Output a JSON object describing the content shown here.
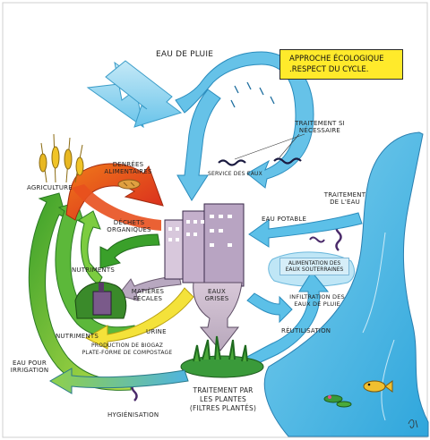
{
  "title": {
    "line1": "APPROCHE ÉCOLOGIQUE",
    "line2": ".RESPECT DU CYCLE."
  },
  "labels": {
    "eau_de_pluie": "EAU DE PLUIE",
    "traitement_si_1": "TRAITEMENT SI",
    "traitement_si_2": "NÉCESSAIRE",
    "service_des_eaux": "SERVICE DES EAUX",
    "traitement_eau_1": "TRAITEMENT",
    "traitement_eau_2": "DE L'EAU",
    "eau_potable": "EAU POTABLE",
    "agriculture": "AGRICULTURE",
    "denrees_1": "DENRÉES",
    "denrees_2": "ALIMENTAIRES",
    "dechets_1": "DÉCHETS",
    "dechets_2": "ORGANIQUES",
    "nutriments_1": "NUTRIMENTS",
    "nutriments_2": "NUTRIMENTS",
    "matieres_1": "MATIÈRES",
    "matieres_2": "FÉCALES",
    "eaux_grises_1": "EAUX",
    "eaux_grises_2": "GRISES",
    "urine": "URINE",
    "alimentation_1": "ALIMENTATION DES",
    "alimentation_2": "EAUX SOUTERRAINES",
    "infiltration_1": "INFILTRATION DES",
    "infiltration_2": "EAUX DE PLUIE",
    "reutilisation": "RÉUTILISATION",
    "biogaz_1": "PRODUCTION DE BIOGAZ",
    "biogaz_2": "PLATE-FORME DE COMPOSTAGE",
    "eau_irrigation_1": "EAU POUR",
    "eau_irrigation_2": "IRRIGATION",
    "hygienisation": "HYGIÉNISATION",
    "traitement_plantes_1": "TRAITEMENT PAR",
    "traitement_plantes_2": "LES PLANTES",
    "traitement_plantes_3": "(FILTRES PLANTÉS)"
  },
  "colors": {
    "water": "#5cc0e8",
    "water_light": "#a8dcf2",
    "green_arrow": "#6cc43a",
    "dark_green": "#2f8a2a",
    "red_orange": "#e8501e",
    "yellow": "#f4e23a",
    "building": "#c9b8cf",
    "grey_arrow": "#c8b9c6",
    "title_bg": "#ffea2b"
  }
}
